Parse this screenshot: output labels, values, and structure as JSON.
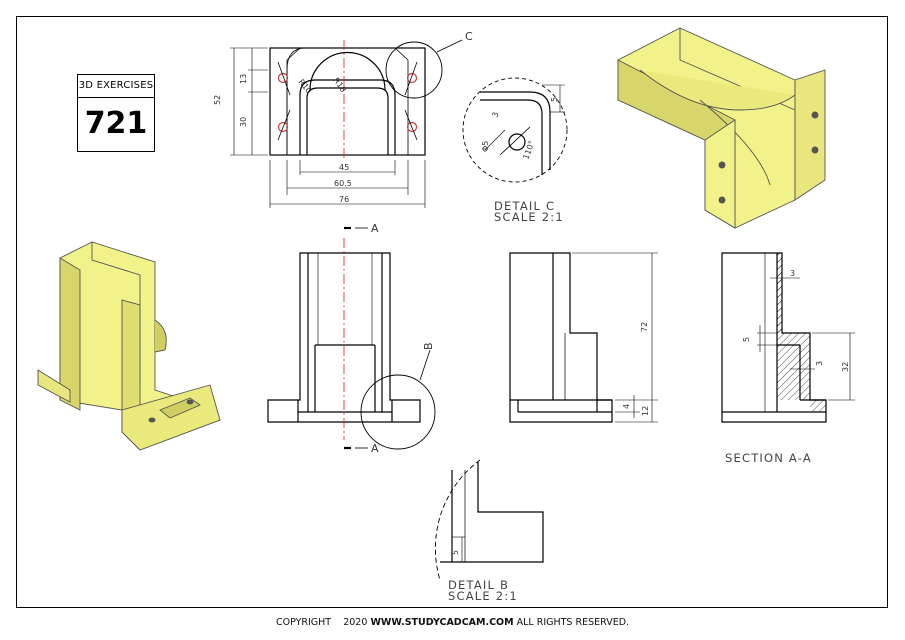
{
  "badge": {
    "header": "3D EXERCISES",
    "number": "721"
  },
  "footer": {
    "copyright": "COPYRIGHT",
    "year": "2020",
    "site": "WWW.STUDYCADCAM.COM",
    "rights": "ALL RIGHTS RESERVED."
  },
  "labels": {
    "detail_c_bubble": "C",
    "detail_b_bubble": "B",
    "detail_c_title": "DETAIL C",
    "detail_c_scale": "SCALE 2:1",
    "detail_b_title": "DETAIL B",
    "detail_b_scale": "SCALE 2:1",
    "section_title": "SECTION A-A",
    "cut_top": "A",
    "cut_bottom": "A"
  },
  "dims": {
    "top_52": "52",
    "top_13": "13",
    "top_30": "30",
    "top_r10": "R10",
    "top_r18": "R18",
    "top_45": "45",
    "top_605": "60.5",
    "top_76": "76",
    "c_5": "5",
    "c_3": "3",
    "c_phi5": "Φ5",
    "c_110": "110°",
    "side_72": "72",
    "side_4": "4",
    "side_12": "12",
    "sec_3": "3",
    "sec_5": "5",
    "sec_3b": "3",
    "sec_32": "32",
    "b_5": "5"
  },
  "colors": {
    "model": "#f2f28a",
    "model_shade": "#c8c65a",
    "line": "#000000",
    "center": "#d22222",
    "hole": "#c83c3c"
  }
}
